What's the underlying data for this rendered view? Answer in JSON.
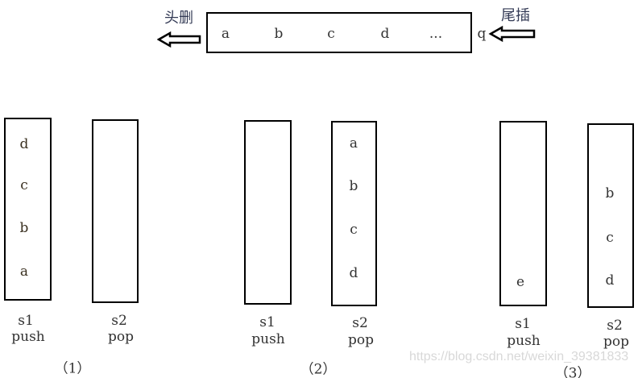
{
  "queue": {
    "items": [
      "a",
      "b",
      "c",
      "d",
      "...",
      "q"
    ],
    "head_label": "头删",
    "tail_label": "尾插"
  },
  "panels": [
    {
      "caption": "（1）",
      "s1": {
        "name": "s1",
        "op": "push",
        "items": [
          "d",
          "c",
          "b",
          "a"
        ]
      },
      "s2": {
        "name": "s2",
        "op": "pop",
        "items": []
      }
    },
    {
      "caption": "（2）",
      "s1": {
        "name": "s1",
        "op": "push",
        "items": []
      },
      "s2": {
        "name": "s2",
        "op": "pop",
        "items": [
          "a",
          "b",
          "c",
          "d"
        ]
      }
    },
    {
      "caption": "（3）",
      "s1": {
        "name": "s1",
        "op": "push",
        "items": [
          "e"
        ]
      },
      "s2": {
        "name": "s2",
        "op": "pop",
        "items": [
          "b",
          "c",
          "d"
        ]
      }
    }
  ],
  "watermark": "https://blog.csdn.net/weixin_39381833"
}
